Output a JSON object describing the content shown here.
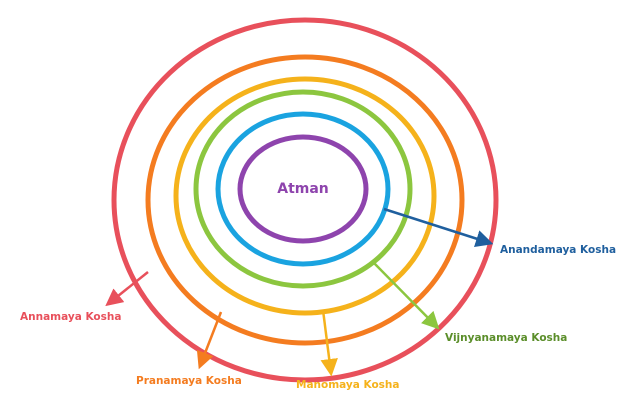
{
  "center_label": "Atman",
  "colors": {
    "annamaya": "#e8505b",
    "pranamaya": "#f47c20",
    "manomaya": "#f5b21b",
    "vijnyanamaya": "#8cc63f",
    "anandamaya": "#1aa3e0",
    "atman": "#8e44ad",
    "anandamaya_label": "#1f5f9e",
    "vijnyanamaya_label": "#5b8e2a"
  },
  "layers": [
    {
      "label": "Annamaya Kosha"
    },
    {
      "label": "Pranamaya Kosha"
    },
    {
      "label": "Manomaya Kosha"
    },
    {
      "label": "Vijnyanamaya Kosha"
    },
    {
      "label": "Anandamaya Kosha"
    }
  ]
}
